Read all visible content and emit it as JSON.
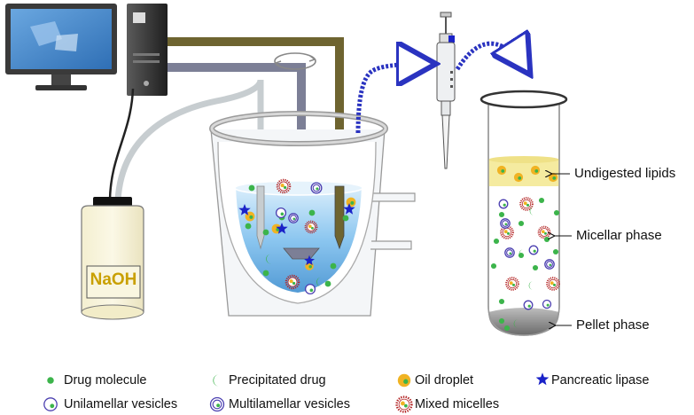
{
  "bottle": {
    "label": "NaOH"
  },
  "tube_labels": {
    "undigested": "Undigested lipids",
    "micellar": "Micellar phase",
    "pellet": "Pellet phase"
  },
  "legend": [
    {
      "key": "drug",
      "label": "Drug molecule",
      "icon": "green-dot-icon"
    },
    {
      "key": "precip",
      "label": "Precipitated drug",
      "icon": "green-crescent-icon"
    },
    {
      "key": "oil",
      "label": "Oil droplet",
      "icon": "oil-droplet-icon"
    },
    {
      "key": "lipase",
      "label": "Pancreatic lipase",
      "icon": "blue-star-icon"
    },
    {
      "key": "uni",
      "label": "Unilamellar vesicles",
      "icon": "unilamellar-vesicle-icon"
    },
    {
      "key": "multi",
      "label": "Multilamellar vesicles",
      "icon": "multilamellar-vesicle-icon"
    },
    {
      "key": "mixed",
      "label": "Mixed micelles",
      "icon": "mixed-micelle-icon"
    }
  ],
  "colors": {
    "drug": "#3cb44b",
    "oil": "#f0b323",
    "lipase": "#1a22c8",
    "micelle": "#b22222",
    "vesicle": "#4b3fb0",
    "liquid": "#6fb6ea",
    "lipid_layer": "#f5eba0",
    "brown_tube": "#6e6430",
    "grey_tube": "#7c7f96"
  }
}
